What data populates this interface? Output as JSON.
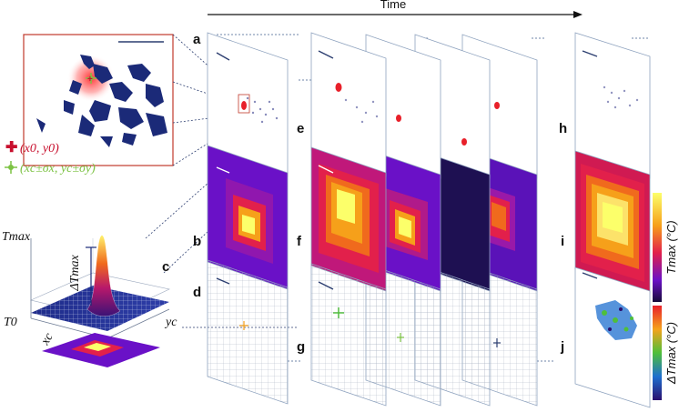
{
  "figure": {
    "time_label": "Time",
    "panel_labels": [
      "a",
      "b",
      "c",
      "d",
      "e",
      "f",
      "g",
      "h",
      "i",
      "j"
    ],
    "legend": {
      "marker1_text": "(x0, y0)",
      "marker2_text": "(xc±σx, yc±σy)",
      "marker1_color": "#c8102e",
      "marker2_color": "#7cc243"
    },
    "plot3d": {
      "tmax_label": "Tmax",
      "t0_label": "T0",
      "delta_label": "ΔTmax",
      "xc_label": "xc",
      "yc_label": "yc"
    },
    "colorbars": {
      "top_label": "Tmax (°C)",
      "bottom_label": "ΔTmax (°C)"
    },
    "colors": {
      "inferno_dark": "#160b39",
      "inferno_purple": "#6a11c7",
      "inferno_red": "#e2204b",
      "inferno_orange": "#f6a01a",
      "inferno_yellow": "#fcff6a",
      "navy_mask": "#1b2a78",
      "frame_blue": "#6f86a8"
    }
  }
}
